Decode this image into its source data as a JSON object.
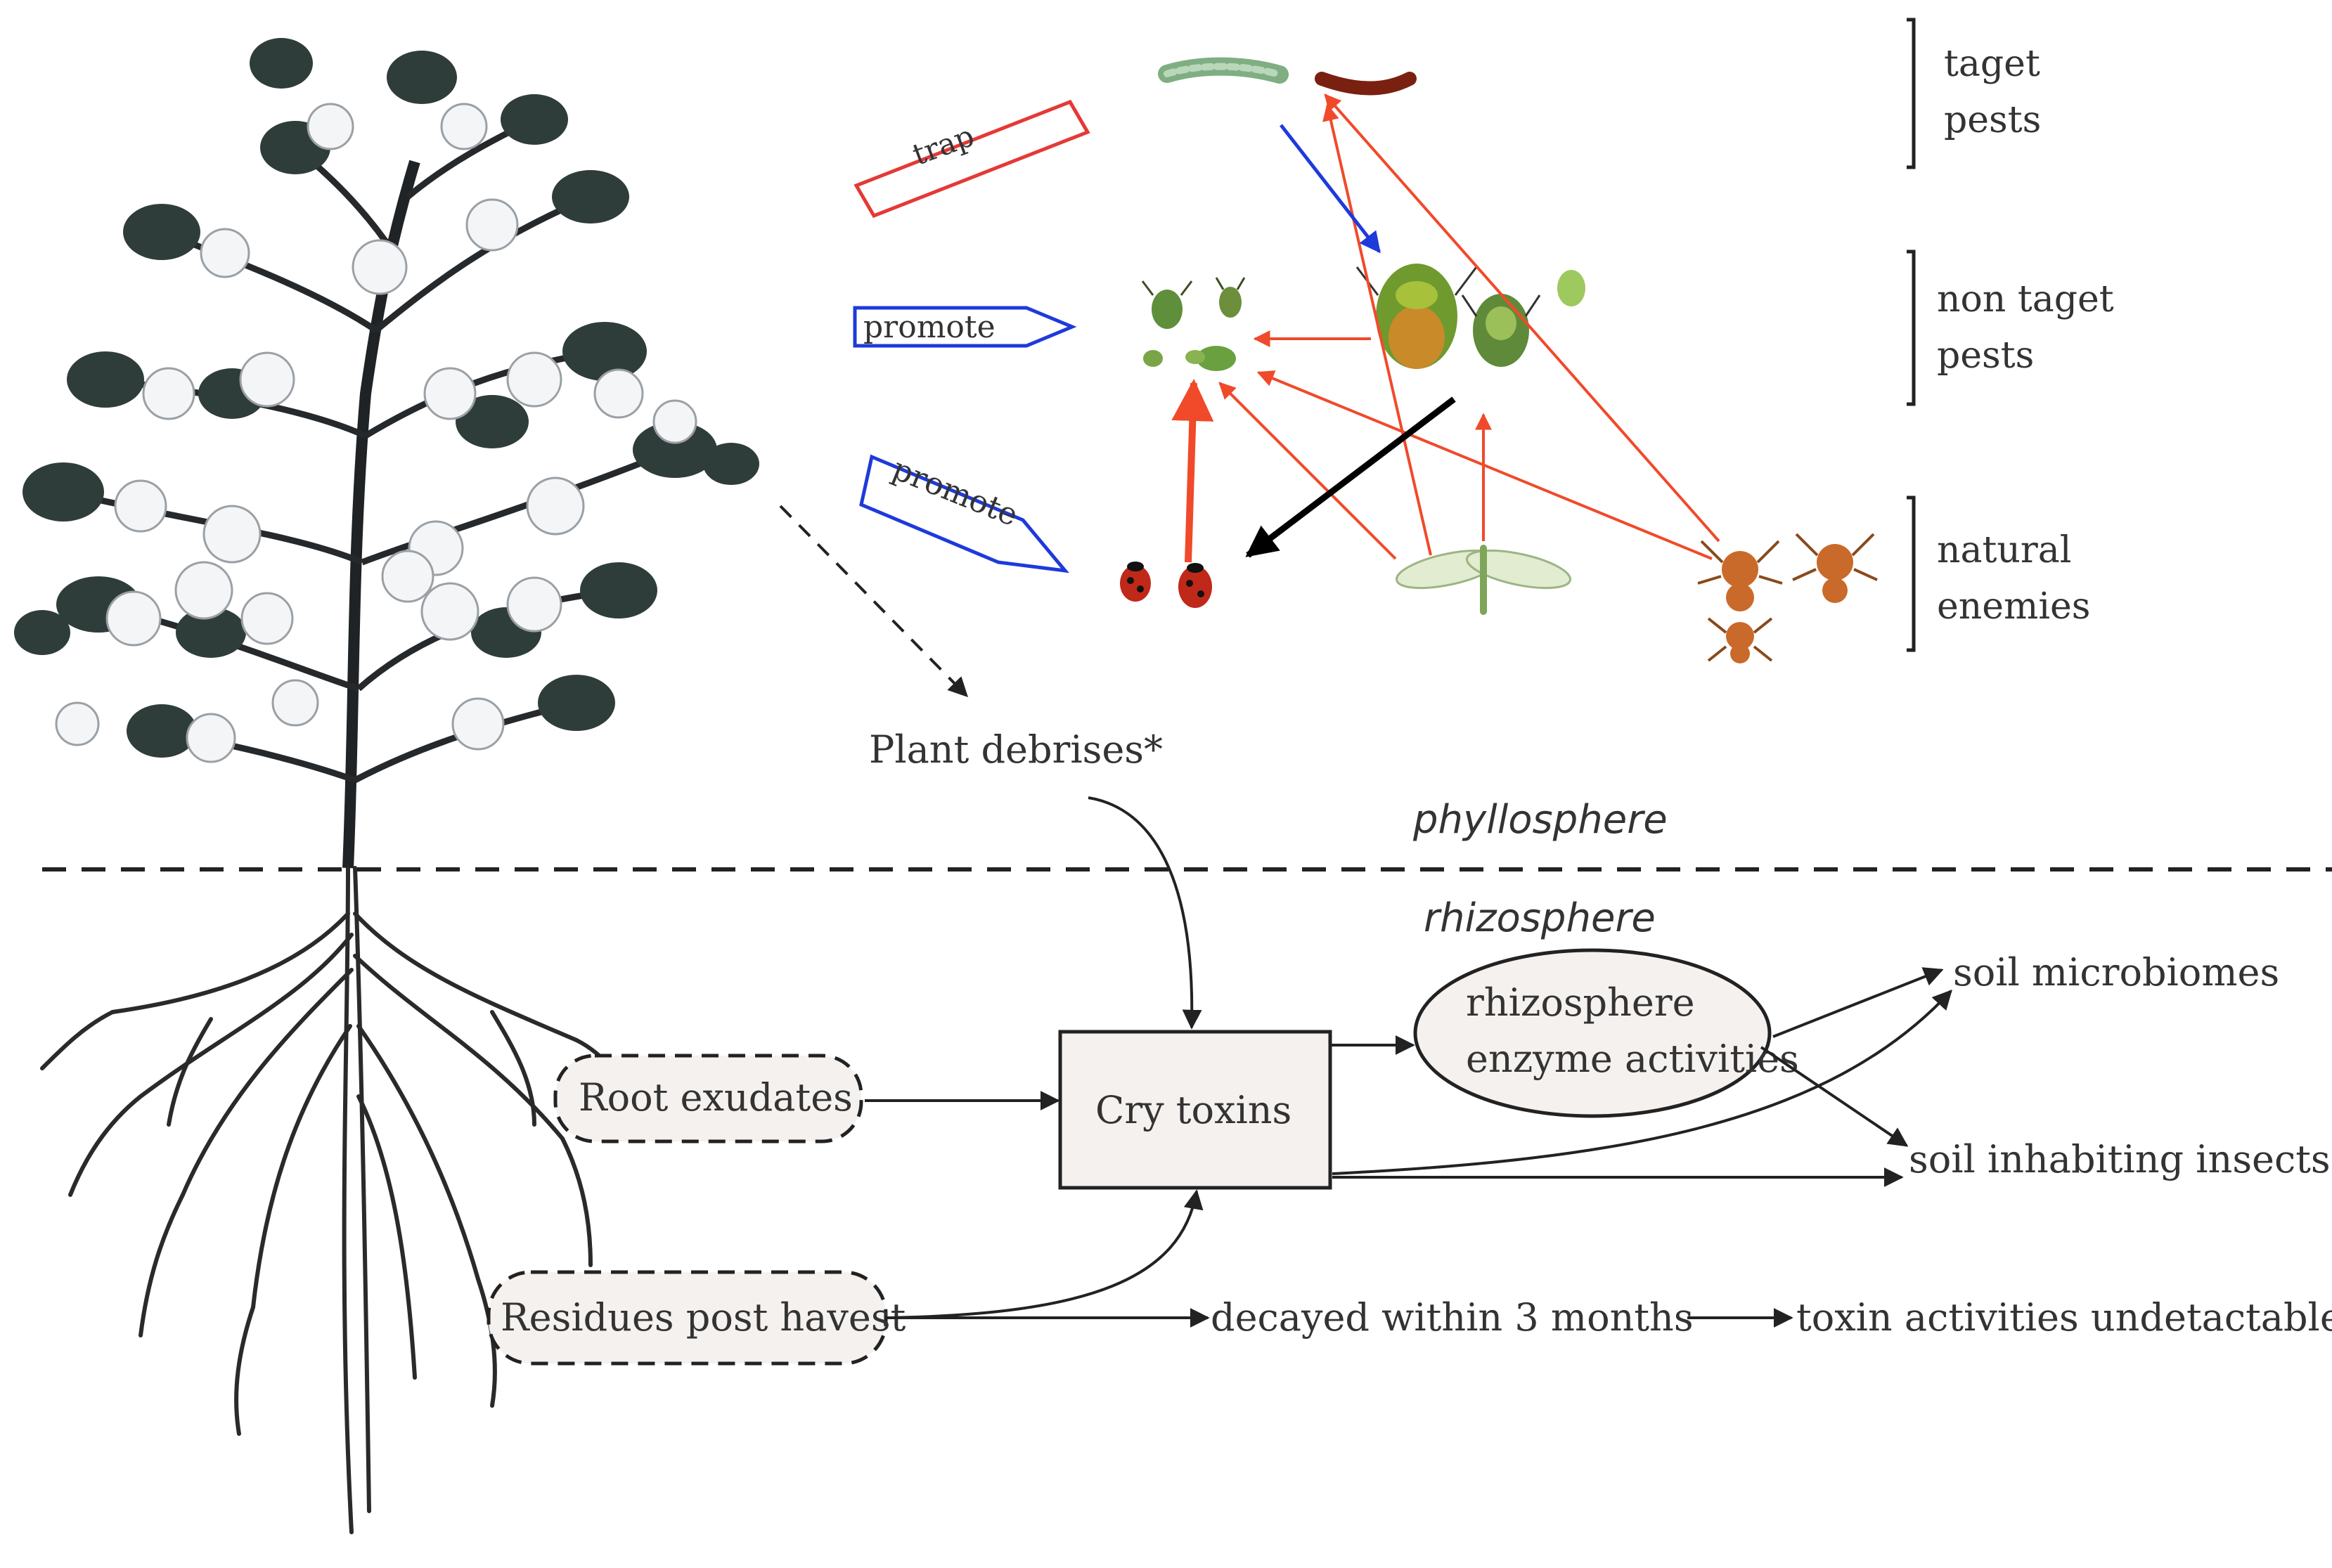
{
  "zones": {
    "upper": "phyllosphere",
    "lower": "rhizosphere"
  },
  "labels": {
    "plant_debris": "Plant debrises*",
    "root_exudates": "Root exudates",
    "cry_toxins": "Cry toxins",
    "enzyme_line1": "rhizosphere",
    "enzyme_line2": "enzyme activities",
    "soil_microbiomes": "soil microbiomes",
    "soil_insects": "soil inhabiting insects",
    "residues": "Residues post havest",
    "decayed": "decayed within 3 months",
    "undetectable": "toxin activities undetactable"
  },
  "groups": [
    {
      "line1": "taget",
      "line2": "pests"
    },
    {
      "line1": "non taget",
      "line2": "pests"
    },
    {
      "line1": "natural",
      "line2": "enemies"
    }
  ],
  "tags": [
    {
      "text": "trap",
      "color": "#e53935"
    },
    {
      "text": "promote",
      "color": "#1e3adb"
    },
    {
      "text": "promote",
      "color": "#1e3adb"
    }
  ],
  "colors": {
    "predation_arrow": "#f04a2a",
    "blue_arrow": "#1e3adb",
    "black_arrow": "#000000",
    "box_fill": "#f5f1ef",
    "text": "#333333"
  },
  "icons": [
    "cotton-plant",
    "roots",
    "caterpillar",
    "worm",
    "aphid",
    "stink-bug",
    "ladybug",
    "lacewing",
    "spider"
  ]
}
